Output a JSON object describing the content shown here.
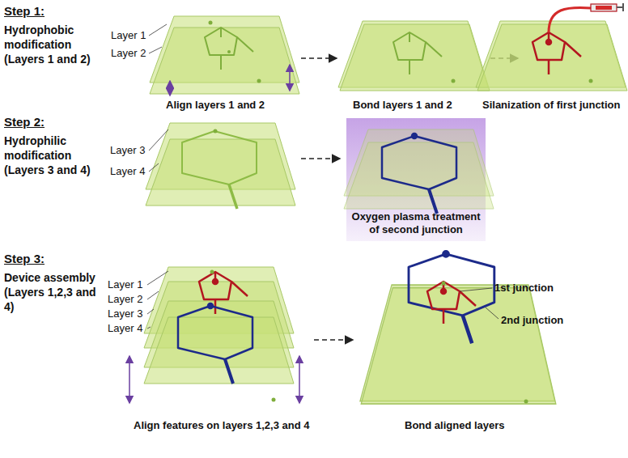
{
  "diagram": {
    "nodes": [
      {
        "text": [
          "Oxygen plasma treatment of second junction"
        ]
      }
    ],
    "labels": [
      "Step 1:",
      "Hydrophobic modification (Layers 1 and 2)",
      "Layer 1",
      "Layer 2",
      "Align layers 1 and 2",
      "Bond layers 1 and 2",
      "Silanization of first junction",
      "Step 2:",
      "Hydrophilic modification (Layers 3 and 4)",
      "Layer 3",
      "Layer 4",
      "Step 3:",
      "Device assembly (Layers 1,2,3 and 4)",
      "Layer 1",
      "Layer 2",
      "Layer 3",
      "Layer 4",
      "Align features on layers 1,2,3 and 4",
      "1st junction",
      "2nd junction",
      "Bond aligned layers"
    ]
  }
}
